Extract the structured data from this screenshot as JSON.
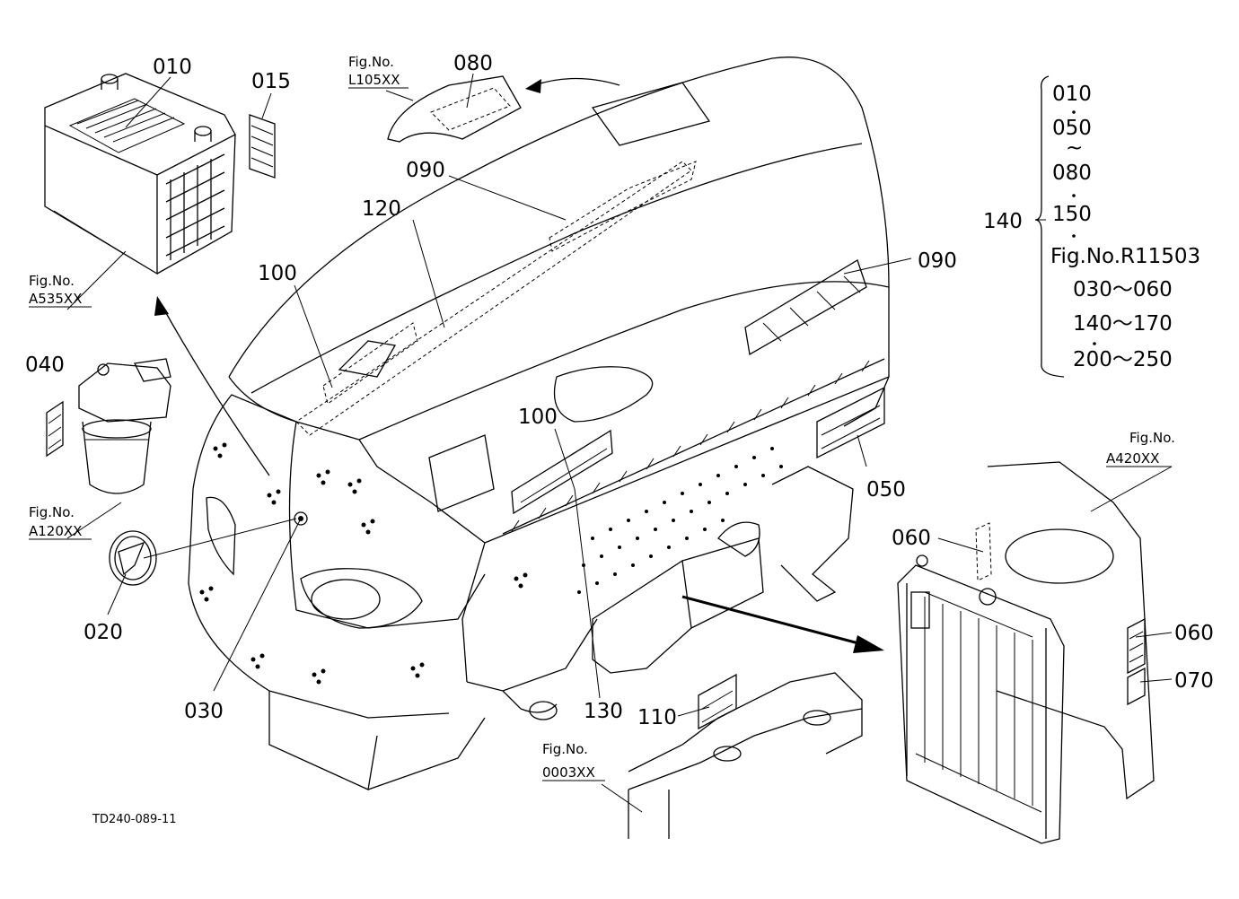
{
  "drawing_code": "TD240-089-11",
  "callouts": {
    "c010": "010",
    "c015": "015",
    "c080": "080",
    "c090a": "090",
    "c120": "120",
    "c100a": "100",
    "c090b": "090",
    "c040": "040",
    "c100b": "100",
    "c050": "050",
    "c060a": "060",
    "c060b": "060",
    "c070": "070",
    "c020": "020",
    "c030": "030",
    "c130": "130",
    "c110": "110",
    "c140": "140"
  },
  "fig_refs": {
    "l105": {
      "prefix": "Fig.No.",
      "code": "L105XX"
    },
    "a535": {
      "prefix": "Fig.No.",
      "code": "A535XX"
    },
    "a120": {
      "prefix": "Fig.No.",
      "code": "A120XX"
    },
    "a420": {
      "prefix": "Fig.No.",
      "code": "A420XX"
    },
    "f0003": {
      "prefix": "Fig.No.",
      "code": "0003XX"
    }
  },
  "set_140": {
    "rows": [
      "010",
      "050",
      "~",
      "080",
      "150",
      "Fig.No.R11503",
      "030～060",
      "140～170",
      "200～250"
    ]
  }
}
